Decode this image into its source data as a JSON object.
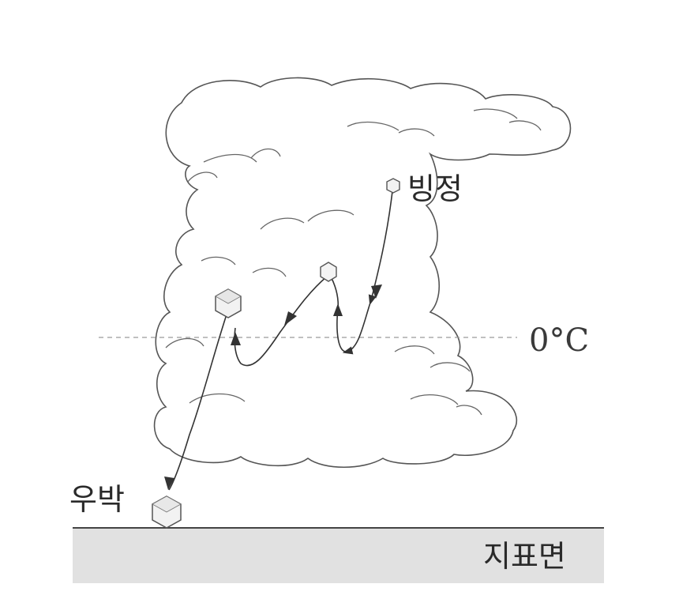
{
  "labels": {
    "ice_crystal": "빙정",
    "hail": "우박",
    "freezing_level": "0°C",
    "ground_surface": "지표면"
  },
  "colors": {
    "cloud_outline": "#555555",
    "ground_fill": "#e1e1e1",
    "dashed_line": "#9a9a9a",
    "path_line": "#333333"
  }
}
